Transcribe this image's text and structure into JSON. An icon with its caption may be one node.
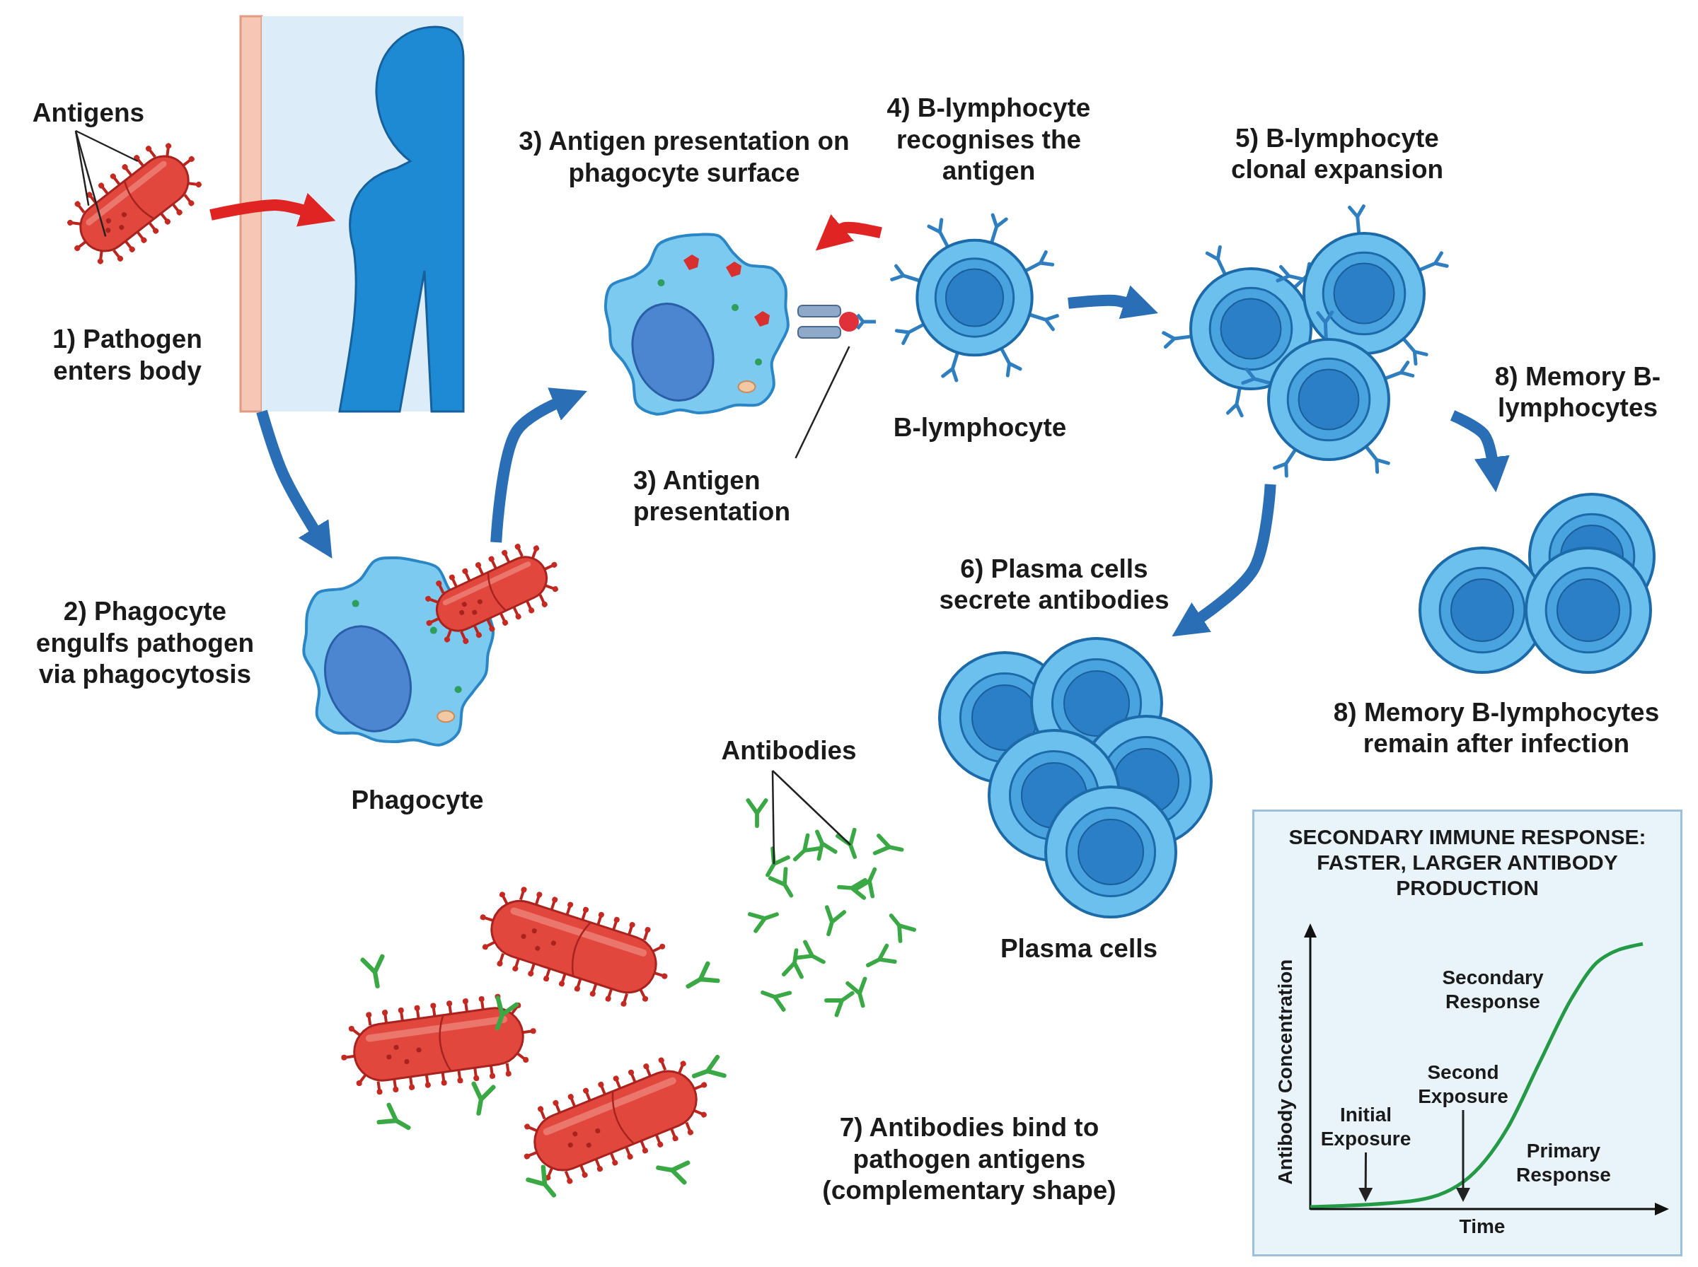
{
  "diagram": {
    "nodes": [
      {
        "text": [
          "Antigens"
        ]
      },
      {
        "text": [],
        "shape": "picture",
        "beside": [
          "1) Pathogen enters body"
        ]
      },
      {
        "text": [],
        "shape": "person"
      },
      {
        "text": [],
        "shape": "picture",
        "beside": [
          "2) Phagocyte engulfs pathogen via phagocytosis",
          "Phagocyte"
        ]
      },
      {
        "text": [],
        "shape": "picture",
        "beside": [
          "3) Antigen presentation on phagocyte surface"
        ]
      },
      {
        "text": [
          "3) Antigen presentation"
        ]
      },
      {
        "text": [],
        "shape": "picture"
      },
      {
        "text": [],
        "shape": "circle",
        "beside": [
          "4) B-lymphocyte recognises the antigen",
          "B-lymphocyte"
        ]
      },
      {
        "text": [],
        "shape": "picture",
        "beside": [
          "5) B-lymphocyte clonal expansion"
        ]
      },
      {
        "text": [],
        "shape": "picture",
        "beside": [
          "6) Plasma cells secrete antibodies",
          "Plasma cells"
        ]
      },
      {
        "text": [],
        "shape": "picture",
        "beside": [
          "8) Memory B-lymphocytes",
          "8) Memory B-lymphocytes remain after infection"
        ]
      },
      {
        "text": [
          "Antibodies"
        ]
      },
      {
        "text": [],
        "shape": "picture"
      },
      {
        "text": [],
        "shape": "picture",
        "beside": [
          "7) Antibodies bind to pathogen antigens (complementary shape)"
        ]
      },
      {
        "text": [
          "SECONDARY IMMUNE RESPONSE: FASTER, LARGER ANTIBODY PRODUCTION"
        ]
      },
      {
        "text": [
          "Initial Exposure"
        ],
        "in": 14
      },
      {
        "text": [
          "Second Exposure"
        ],
        "in": 14
      },
      {
        "text": [],
        "shape": "line",
        "in": 14,
        "beside": [
          "Time"
        ]
      }
    ],
    "edges": [
      {
        "from": 0,
        "to": 1,
        "arrow": "none"
      },
      {
        "from": 0,
        "to": 1,
        "arrow": "none"
      },
      {
        "from": 0,
        "to": 1,
        "arrow": "none"
      },
      {
        "from": 1,
        "to": 2,
        "arrow": "to",
        "style": "thick",
        "color": "#e02424"
      },
      {
        "from": 2,
        "to": 3,
        "arrow": "to",
        "style": "thick",
        "color": "#2a6fb5"
      },
      {
        "from": 3,
        "to": 4,
        "arrow": "to",
        "style": "thick",
        "color": "#2a6fb5"
      },
      {
        "from": 5,
        "to": 6,
        "arrow": "none"
      },
      {
        "from": 7,
        "to": 4,
        "arrow": "to",
        "style": "thick",
        "color": "#e02424"
      },
      {
        "from": 7,
        "to": 8,
        "arrow": "to",
        "style": "thick",
        "color": "#2a6fb5"
      },
      {
        "from": 8,
        "to": 9,
        "arrow": "to",
        "style": "thick",
        "color": "#2a6fb5"
      },
      {
        "from": 8,
        "to": 10,
        "arrow": "to",
        "style": "thick",
        "color": "#2a6fb5"
      },
      {
        "from": 11,
        "to": 12,
        "arrow": "none"
      },
      {
        "from": 11,
        "to": 12,
        "arrow": "none"
      },
      {
        "from": 15,
        "to": 17,
        "arrow": "to"
      },
      {
        "from": 16,
        "to": 17,
        "arrow": "to"
      }
    ],
    "labels": [
      "Antibody Concentration",
      "Secondary Response",
      "Primary Response"
    ]
  }
}
